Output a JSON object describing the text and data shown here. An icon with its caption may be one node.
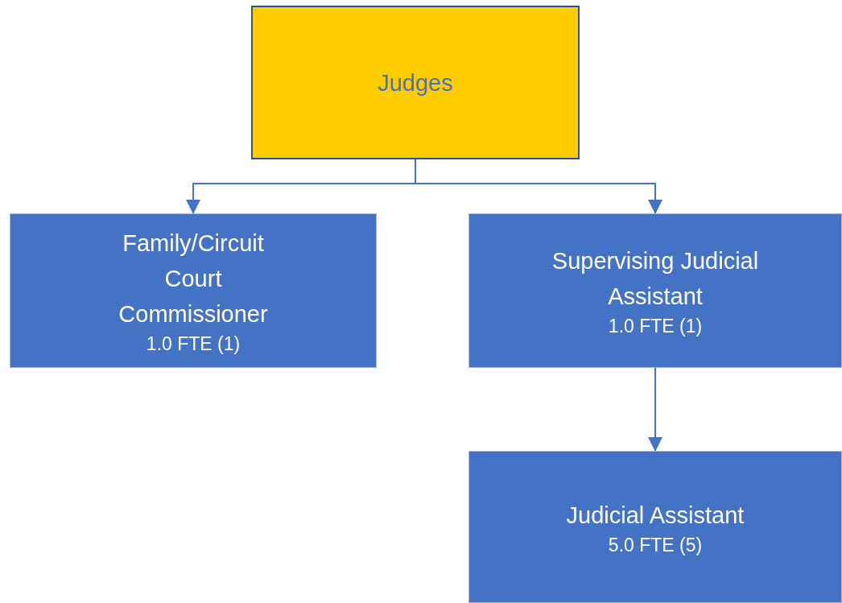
{
  "diagram": {
    "nodes": [
      {
        "text": [
          "Judges"
        ]
      },
      {
        "text": [
          "Family/Circuit Court Commissioner",
          "1.0 FTE (1)"
        ]
      },
      {
        "text": [
          "Supervising Judicial Assistant",
          "1.0 FTE (1)"
        ]
      },
      {
        "text": [
          "Judicial Assistant",
          "5.0 FTE (5)"
        ]
      }
    ],
    "edges": [
      {
        "from": 0,
        "to": 1,
        "arrow": "to"
      },
      {
        "from": 0,
        "to": 2,
        "arrow": "to"
      },
      {
        "from": 2,
        "to": 3,
        "arrow": "to"
      }
    ]
  }
}
